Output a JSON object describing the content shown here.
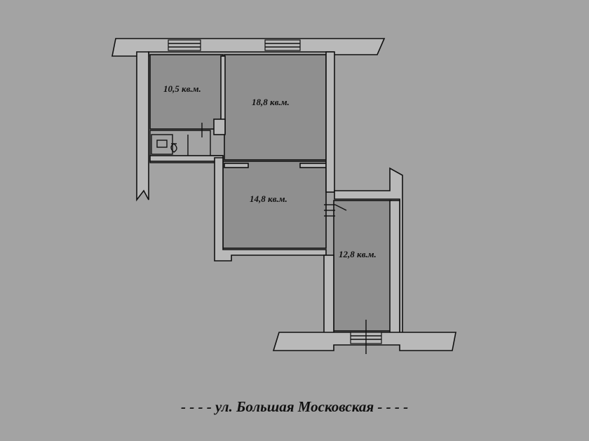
{
  "rooms": [
    {
      "id": "room-1",
      "label": "10,5 кв.м."
    },
    {
      "id": "room-2",
      "label": "18,8 кв.м."
    },
    {
      "id": "room-3",
      "label": "14,8 кв.м."
    },
    {
      "id": "room-4",
      "label": "12,8 кв.м."
    }
  ],
  "street": {
    "label": "- - - -  ул. Большая Московская  - - - -"
  }
}
